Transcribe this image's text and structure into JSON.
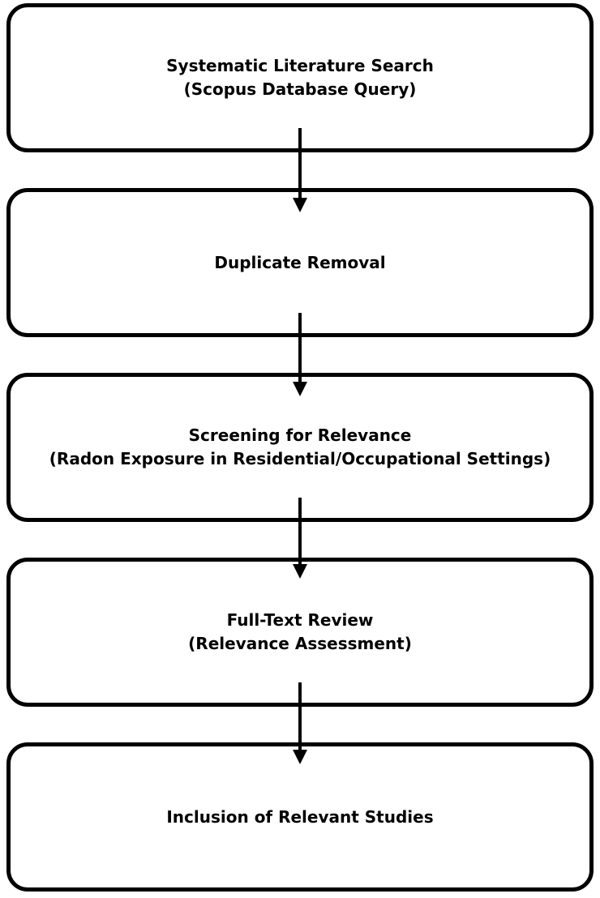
{
  "flowchart": {
    "kind": "vertical-flowchart",
    "direction": "top-down",
    "nodes": [
      {
        "id": "systematic-literature-search",
        "lines": [
          "Systematic Literature Search",
          "(Scopus Database Query)"
        ]
      },
      {
        "id": "duplicate-removal",
        "lines": [
          "Duplicate Removal"
        ]
      },
      {
        "id": "screening-for-relevance",
        "lines": [
          "Screening for Relevance",
          "(Radon Exposure in Residential/Occupational Settings)"
        ]
      },
      {
        "id": "full-text-review",
        "lines": [
          "Full-Text Review",
          "(Relevance Assessment)"
        ]
      },
      {
        "id": "inclusion-of-relevant-studies",
        "lines": [
          "Inclusion of Relevant Studies"
        ]
      }
    ],
    "edges": [
      {
        "from": "systematic-literature-search",
        "to": "duplicate-removal"
      },
      {
        "from": "duplicate-removal",
        "to": "screening-for-relevance"
      },
      {
        "from": "screening-for-relevance",
        "to": "full-text-review"
      },
      {
        "from": "full-text-review",
        "to": "inclusion-of-relevant-studies"
      }
    ],
    "colors": {
      "node_border": "#000000",
      "node_fill": "#ffffff",
      "text": "#000000",
      "arrow": "#000000",
      "background": "#ffffff"
    }
  }
}
